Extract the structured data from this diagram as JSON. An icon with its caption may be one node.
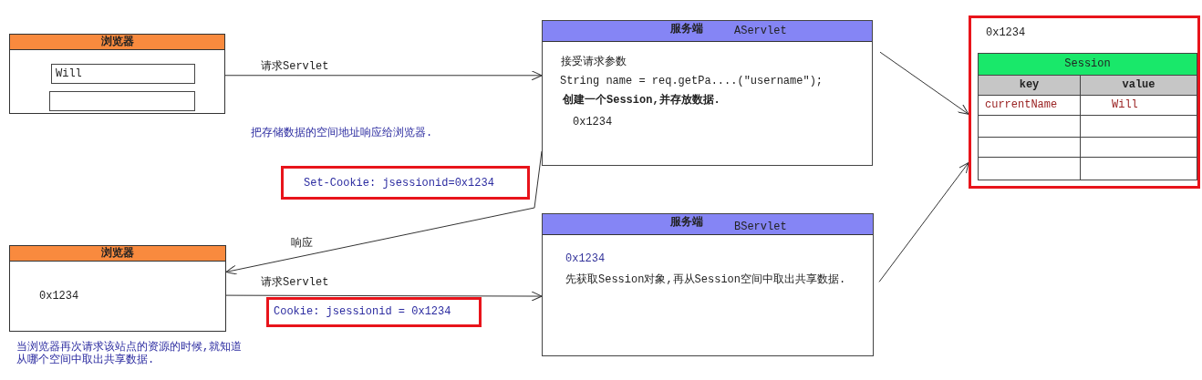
{
  "diagram": {
    "nodes": [
      {
        "text": [
          "浏览器"
        ]
      },
      {
        "text": [
          "Will"
        ],
        "in": 0
      },
      {
        "text": [],
        "shape": "box",
        "in": 0
      },
      {
        "text": [
          "服务端",
          "AServlet",
          "接受请求参数",
          "String name = req.getPa....(\"username\");",
          "创建一个Session,并存放数据.",
          "0x1234"
        ]
      },
      {
        "text": [
          "0x1234"
        ]
      },
      {
        "text": [
          "Session",
          "key",
          "value",
          "currentName",
          "Will"
        ],
        "in": 4
      },
      {
        "text": [
          "Set-Cookie: jsessionid=0x1234"
        ]
      },
      {
        "text": [
          "浏览器",
          "0x1234"
        ],
        "beside": [
          "当浏览器再次请求该站点的资源的时候,就知道从哪个空间中取出共享数据."
        ]
      },
      {
        "text": [
          "Cookie: jsessionid = 0x1234"
        ]
      },
      {
        "text": [
          "服务端",
          "BServlet",
          "0x1234",
          "先获取Session对象,再从Session空间中取出共享数据."
        ]
      }
    ],
    "edges": [
      {
        "from": 0,
        "to": 3,
        "arrow": "to",
        "label": "请求Servlet"
      },
      {
        "from": 3,
        "to": 7,
        "arrow": "to",
        "label": "响应"
      },
      {
        "from": 7,
        "to": 9,
        "arrow": "to",
        "label": "请求Servlet"
      },
      {
        "from": 3,
        "to": 4,
        "arrow": "to"
      },
      {
        "from": 9,
        "to": 4,
        "arrow": "to"
      }
    ],
    "labels": [
      "把存储数据的空间地址响应给浏览器."
    ]
  }
}
